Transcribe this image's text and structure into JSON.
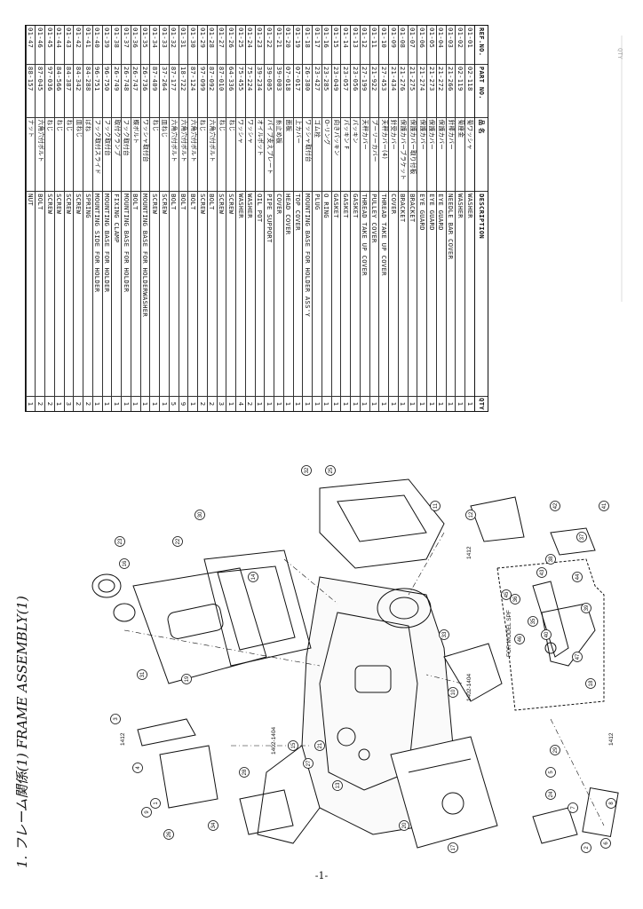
{
  "page": {
    "title": "1. フレーム関係(1)   FRAME  ASSEMBLY(1)",
    "page_number": "-1-",
    "side_label": "QTY"
  },
  "table": {
    "headers": {
      "ref": "REF.NO.",
      "part": "PART NO.",
      "name": "品  名",
      "desc": "DESCRIPTION",
      "qty": "QTY"
    },
    "rows": [
      {
        "ref": "01-01",
        "part": "02-118",
        "name": "菊ワッシャ",
        "desc": "WASHER",
        "qty": "1"
      },
      {
        "ref": "01-02",
        "part": "02-119",
        "name": "菊座金",
        "desc": "WASHER",
        "qty": "1"
      },
      {
        "ref": "01-03",
        "part": "21-266",
        "name": "針棒カバー",
        "desc": "NEEDLE BAR COVER",
        "qty": "1"
      },
      {
        "ref": "01-04",
        "part": "21-272",
        "name": "保護カバー",
        "desc": "EYE GUARD",
        "qty": "1"
      },
      {
        "ref": "01-05",
        "part": "21-273",
        "name": "保護カバー",
        "desc": "EYE GUARD",
        "qty": "1"
      },
      {
        "ref": "01-06",
        "part": "21-274",
        "name": "保護カバー",
        "desc": "EYE GUARD",
        "qty": "1"
      },
      {
        "ref": "01-07",
        "part": "21-275",
        "name": "保護カバー取り付板",
        "desc": "BRACKET",
        "qty": "1"
      },
      {
        "ref": "01-08",
        "part": "21-276",
        "name": "保護カバーブラケット",
        "desc": "BRACKET",
        "qty": "1"
      },
      {
        "ref": "01-09",
        "part": "21-434",
        "name": "針受カバー",
        "desc": "COVER",
        "qty": "1"
      },
      {
        "ref": "01-10",
        "part": "27-453",
        "name": "天秤カバー(4)",
        "desc": "THREAD TAKE UP COVER",
        "qty": "1"
      },
      {
        "ref": "01-11",
        "part": "21-922",
        "name": "プーリーカバー",
        "desc": "PULLEY COVER",
        "qty": "1"
      },
      {
        "ref": "01-12",
        "part": "27-199",
        "name": "天秤カバー",
        "desc": "THREAD TAKE UP COVER",
        "qty": "1"
      },
      {
        "ref": "01-13",
        "part": "23-056",
        "name": "パッキン",
        "desc": "GASKET",
        "qty": "1"
      },
      {
        "ref": "01-14",
        "part": "23-057",
        "name": "パッキン F",
        "desc": "GASKET",
        "qty": "1"
      },
      {
        "ref": "01-15",
        "part": "23-049",
        "name": "向きパッキン",
        "desc": "GASKET",
        "qty": "1"
      },
      {
        "ref": "01-16",
        "part": "23-285",
        "name": "O-リング",
        "desc": "O RING",
        "qty": "1"
      },
      {
        "ref": "01-17",
        "part": "23-427",
        "name": "ゴム栓",
        "desc": "PLUG",
        "qty": "1"
      },
      {
        "ref": "01-18",
        "part": "26-380",
        "name": "ワッシャ取付台",
        "desc": "MOUNTING BASE FOR HOLDER ASS'Y",
        "qty": "1"
      },
      {
        "ref": "01-19",
        "part": "07-017",
        "name": "上カバー",
        "desc": "TOP COVER",
        "qty": "1"
      },
      {
        "ref": "01-20",
        "part": "07-018",
        "name": "面板",
        "desc": "HEAD COVER",
        "qty": "1"
      },
      {
        "ref": "01-21",
        "part": "39-003",
        "name": "糸止め板",
        "desc": "COVER",
        "qty": "1"
      },
      {
        "ref": "01-22",
        "part": "39-005",
        "name": "パイプ支えプレート",
        "desc": "PIPE SUPPORT",
        "qty": "1"
      },
      {
        "ref": "01-23",
        "part": "39-234",
        "name": "オイルポット",
        "desc": "OIL POT",
        "qty": "1"
      },
      {
        "ref": "01-24",
        "part": "75-224",
        "name": "ワッシャ",
        "desc": "WASHER",
        "qty": "2"
      },
      {
        "ref": "01-25",
        "part": "75-455",
        "name": "ワッシャ",
        "desc": "WASHER",
        "qty": "4"
      },
      {
        "ref": "01-26",
        "part": "64-336",
        "name": "ねじ",
        "desc": "SCREW",
        "qty": "1"
      },
      {
        "ref": "01-27",
        "part": "87-010",
        "name": "ねじ",
        "desc": "SCREW",
        "qty": "3"
      },
      {
        "ref": "01-28",
        "part": "87-092",
        "name": "六角穴付ボルト",
        "desc": "BOLT",
        "qty": "2"
      },
      {
        "ref": "01-29",
        "part": "97-099",
        "name": "ねじ",
        "desc": "SCREW",
        "qty": "2"
      },
      {
        "ref": "01-30",
        "part": "87-124",
        "name": "六角穴付ボルト",
        "desc": "BOLT",
        "qty": "1"
      },
      {
        "ref": "01-31",
        "part": "18-722",
        "name": "六角穴付ボルト",
        "desc": "BOLT",
        "qty": "9"
      },
      {
        "ref": "01-32",
        "part": "87-177",
        "name": "六角穴付ボルト",
        "desc": "BOLT",
        "qty": "5"
      },
      {
        "ref": "01-33",
        "part": "37-264",
        "name": "皿ねじ",
        "desc": "SCREW",
        "qty": "1"
      },
      {
        "ref": "01-34",
        "part": "87-409",
        "name": "ねじ",
        "desc": "SCREW",
        "qty": "1"
      },
      {
        "ref": "01-35",
        "part": "26-736",
        "name": "ワッシャ取付台",
        "desc": "MOUNTING BASE FOR HOLDERWASHER",
        "qty": "1"
      },
      {
        "ref": "01-36",
        "part": "26-747",
        "name": "蝶ボルト",
        "desc": "BOLT",
        "qty": "1"
      },
      {
        "ref": "01-37",
        "part": "26-748",
        "name": "フック取付台",
        "desc": "MOUNTING BASE FOR HOLDER",
        "qty": "1"
      },
      {
        "ref": "01-38",
        "part": "26-749",
        "name": "取付クランプ",
        "desc": "FIXING CLAMP",
        "qty": "1"
      },
      {
        "ref": "01-39",
        "part": "96-750",
        "name": "フック取付台",
        "desc": "MOUNTING BASE FOR HOLDER",
        "qty": "1"
      },
      {
        "ref": "01-40",
        "part": "96-751",
        "name": "フック取付スライド",
        "desc": "MOUNTING SIDE FOR HOLDER",
        "qty": "1"
      },
      {
        "ref": "01-41",
        "part": "84-288",
        "name": "ばね",
        "desc": "SPRING",
        "qty": "2"
      },
      {
        "ref": "01-42",
        "part": "84-342",
        "name": "皿ねじ",
        "desc": "SCREW",
        "qty": "2"
      },
      {
        "ref": "01-43",
        "part": "84-387",
        "name": "ねじ",
        "desc": "SCREW",
        "qty": "3"
      },
      {
        "ref": "01-44",
        "part": "84-566",
        "name": "ねじ",
        "desc": "SCREW",
        "qty": "1"
      },
      {
        "ref": "01-45",
        "part": "97-036",
        "name": "ねじ",
        "desc": "SCREW",
        "qty": "2"
      },
      {
        "ref": "01-46",
        "part": "87-045",
        "name": "六角穴付ボルト",
        "desc": "BOLT",
        "qty": "2"
      },
      {
        "ref": "01-47",
        "part": "88-157",
        "name": "ナット",
        "desc": "NUT",
        "qty": "1"
      }
    ]
  },
  "drawing": {
    "model_note": "FOR MODEL SPF",
    "model_codes": [
      "1412",
      "1412",
      "1412",
      "1402-1404",
      "1402-1404"
    ],
    "callouts": [
      "1",
      "2",
      "3",
      "4",
      "5",
      "6",
      "7",
      "8",
      "9",
      "10",
      "11",
      "12",
      "13",
      "14",
      "15",
      "16",
      "17",
      "18",
      "19",
      "20",
      "21",
      "22",
      "23",
      "24",
      "25",
      "26",
      "27",
      "28",
      "29",
      "30",
      "31",
      "32",
      "33",
      "34",
      "35",
      "36",
      "37",
      "38",
      "39",
      "40",
      "41",
      "42",
      "43",
      "44",
      "45",
      "46",
      "47"
    ]
  }
}
